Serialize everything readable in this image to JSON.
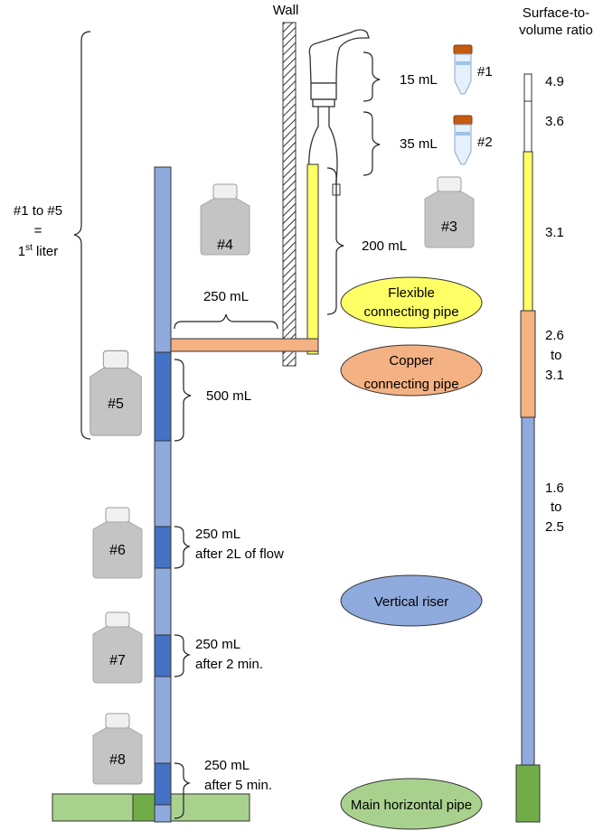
{
  "wall_label": "Wall",
  "ratio_title_line1": "Surface-to-",
  "ratio_title_line2": "volume ratio",
  "first_liter_range": "#1 to #5",
  "first_liter_equals": "=",
  "first_liter_prefix": "1",
  "first_liter_sup": "st",
  "first_liter_suffix": " liter",
  "tubes": [
    {
      "label": "#1",
      "volume": "15 mL"
    },
    {
      "label": "#2",
      "volume": "35 mL"
    }
  ],
  "bottles": [
    {
      "label": "#3"
    },
    {
      "label": "#4"
    },
    {
      "label": "#5"
    },
    {
      "label": "#6"
    },
    {
      "label": "#7"
    },
    {
      "label": "#8"
    }
  ],
  "volumes": {
    "flexible": "200 mL",
    "copper": "250 mL",
    "riser_first": "500 mL",
    "s6_line1": "250 mL",
    "s6_line2": "after 2L of flow",
    "s7_line1": "250 mL",
    "s7_line2": "after 2 min.",
    "s8_line1": "250 mL",
    "s8_line2": "after 5 min."
  },
  "legend": {
    "flexible_line1": "Flexible",
    "flexible_line2": "connecting pipe",
    "copper_line1": "Copper",
    "copper_line2": "connecting pipe",
    "riser": "Vertical riser",
    "main": "Main horizontal pipe"
  },
  "ratios": {
    "tube1": "4.9",
    "tube2": "3.6",
    "flexible": "3.1",
    "copper_line1": "2.6",
    "copper_line2": "to",
    "copper_line3": "3.1",
    "riser_line1": "1.6",
    "riser_line2": "to",
    "riser_line3": "2.5"
  },
  "colors": {
    "flexible": "#ffff66",
    "copper": "#f4b183",
    "riser": "#8faadc",
    "riser_sample": "#4472c4",
    "main": "#a9d18e",
    "main_dark": "#70ad47",
    "tube_cap": "#c55a11"
  }
}
